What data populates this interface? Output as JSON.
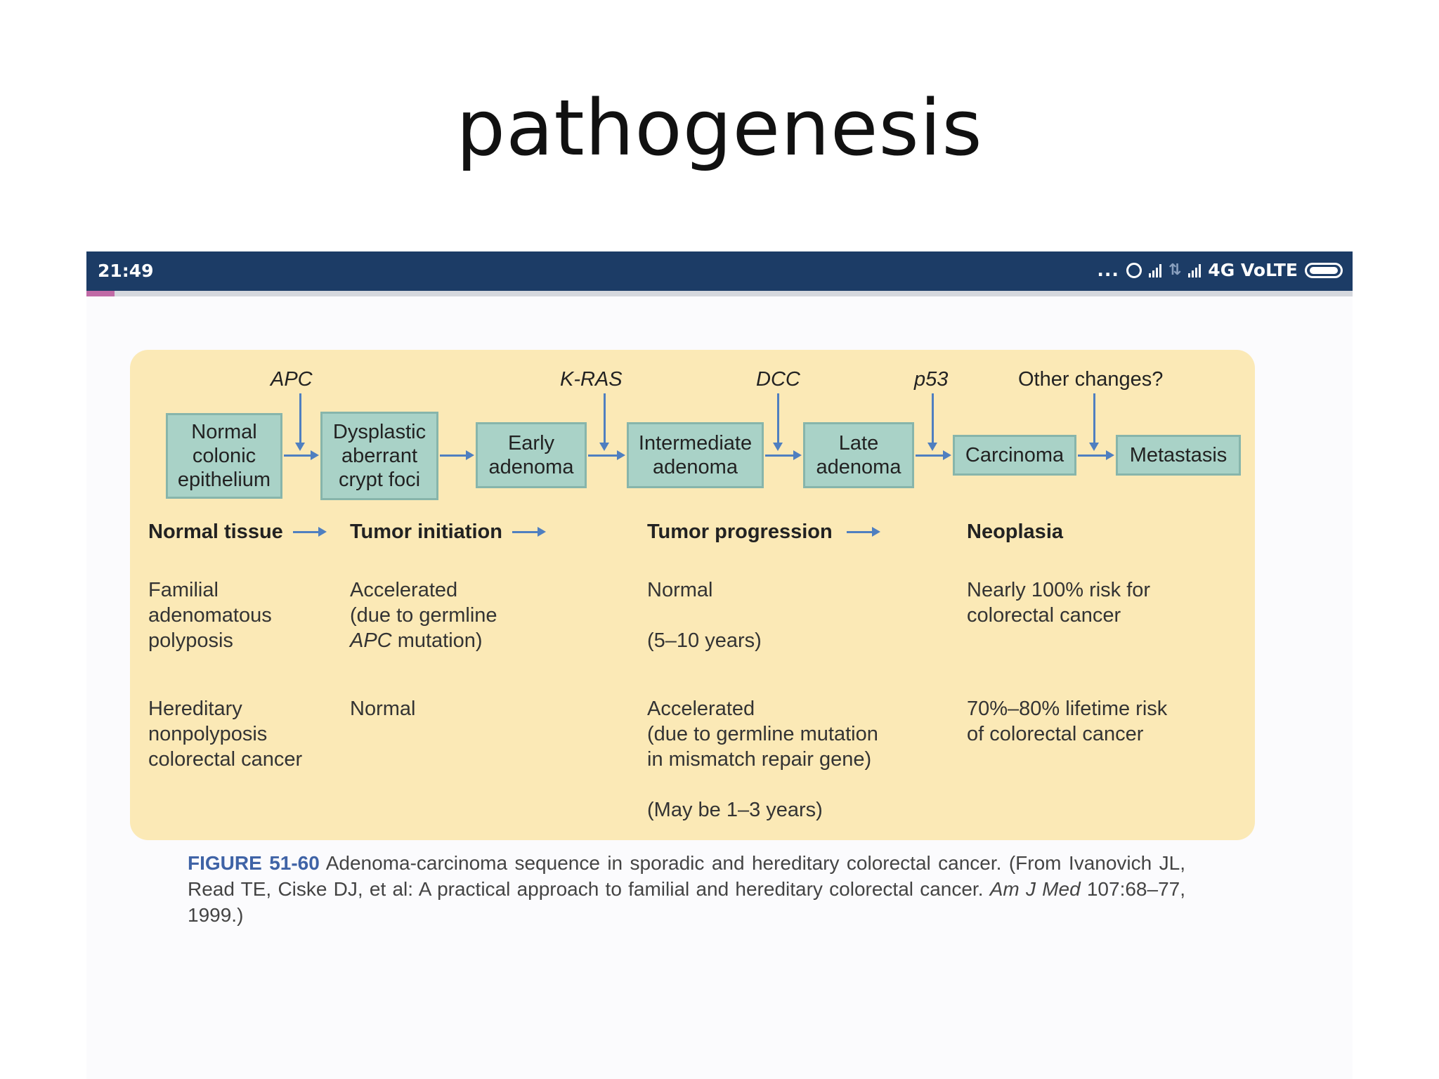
{
  "slide": {
    "title": "pathogenesis"
  },
  "statusbar": {
    "time": "21:49",
    "dots": "...",
    "network": "4G VoLTE"
  },
  "diagram": {
    "boxes": [
      "Normal\ncolonic\nepithelium",
      "Dysplastic\naberrant\ncrypt foci",
      "Early\nadenoma",
      "Intermediate\nadenoma",
      "Late\nadenoma",
      "Carcinoma",
      "Metastasis"
    ],
    "genes": [
      "APC",
      "K-RAS",
      "DCC",
      "p53",
      "Other changes?"
    ],
    "stages": [
      "Normal tissue",
      "Tumor initiation",
      "Tumor progression",
      "Neoplasia"
    ],
    "rows": [
      {
        "condition": "Familial\nadenomatous\npolyposis",
        "initiation_pre": "Accelerated\n(due to germline\n",
        "initiation_gene": "APC",
        "initiation_post": " mutation)",
        "progression": "Normal\n\n(5–10 years)",
        "neoplasia": "Nearly 100% risk for\ncolorectal cancer"
      },
      {
        "condition": "Hereditary\nnonpolyposis\ncolorectal cancer",
        "initiation": "Normal",
        "progression": "Accelerated\n(due to germline mutation\nin mismatch repair gene)\n\n(May be 1–3 years)",
        "neoplasia": "70%–80% lifetime risk\nof colorectal cancer"
      }
    ]
  },
  "caption": {
    "figure": "FIGURE 51-60",
    "text": " Adenoma-carcinoma sequence in sporadic and hereditary colorectal cancer. (From Ivanovich JL, Read TE, Ciske DJ, et al: A practical approach to familial and hereditary colorectal cancer. ",
    "journal": "Am J Med",
    "tail": " 107:68–77, 1999.)"
  },
  "colors": {
    "statusbar": "#1c3c66",
    "panel": "#fbe9b6",
    "box_fill": "#a9d2c7",
    "arrow": "#4f7fc0",
    "figure_label": "#3f63a6"
  }
}
